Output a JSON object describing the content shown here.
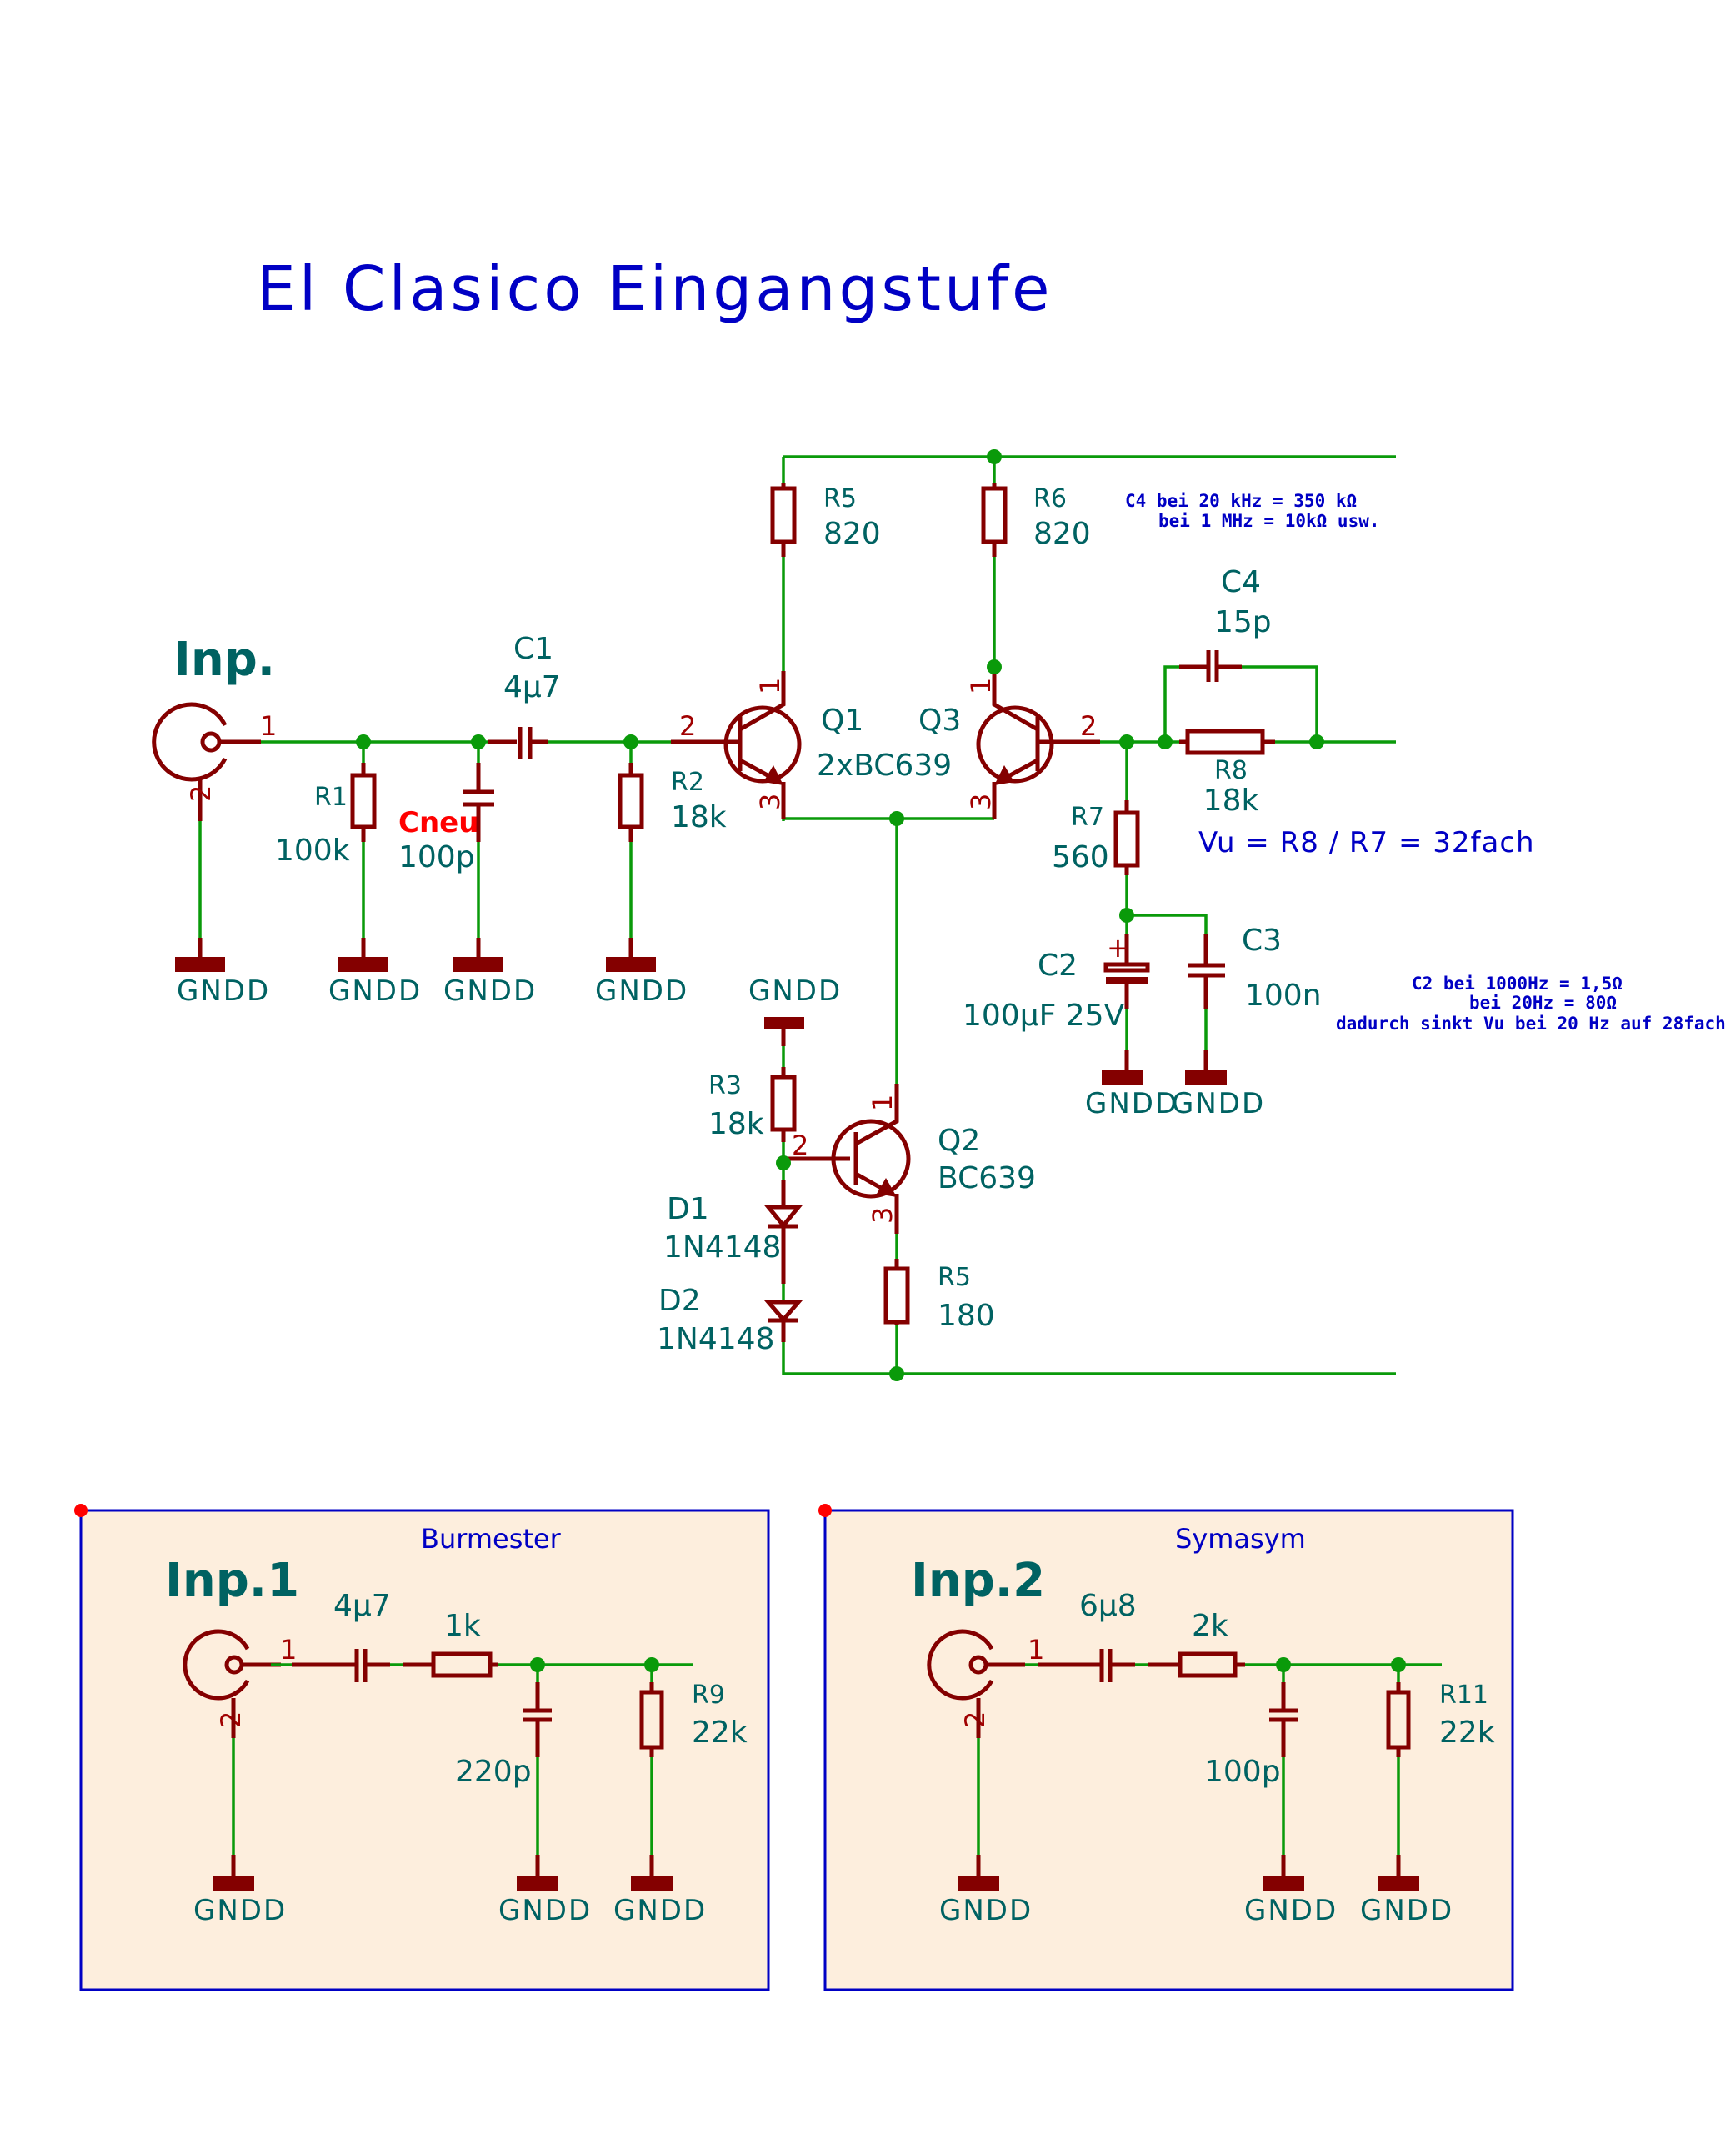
{
  "title": "El Clasico Eingangstufe",
  "main_circuit": {
    "connector": {
      "label": "Inp.",
      "pin1": "1",
      "pin2": "2",
      "gnd": "GNDD"
    },
    "R1": {
      "ref": "R1",
      "value": "100k",
      "gnd": "GNDD"
    },
    "Cneu": {
      "ref": "Cneu",
      "value": "100p",
      "gnd": "GNDD"
    },
    "C1": {
      "ref": "C1",
      "value": "4µ7"
    },
    "R2": {
      "ref": "R2",
      "value": "18k",
      "gnd": "GNDD"
    },
    "R5_top": {
      "ref": "R5",
      "value": "820"
    },
    "R6": {
      "ref": "R6",
      "value": "820"
    },
    "Q1": {
      "ref": "Q1",
      "value": "2xBC639",
      "pin_c": "1",
      "pin_b": "2",
      "pin_e": "3"
    },
    "Q3": {
      "ref": "Q3",
      "pin_c": "1",
      "pin_b": "2",
      "pin_e": "3"
    },
    "C4": {
      "ref": "C4",
      "value": "15p"
    },
    "R8": {
      "ref": "R8",
      "value": "18k"
    },
    "R7": {
      "ref": "R7",
      "value": "560"
    },
    "C2": {
      "ref": "C2",
      "value": "100µF 25V",
      "polarity": "+",
      "gnd": "GNDD"
    },
    "C3": {
      "ref": "C3",
      "value": "100n",
      "gnd": "GNDD"
    },
    "R3": {
      "ref": "R3",
      "value": "18k",
      "gnd": "GNDD"
    },
    "Q2": {
      "ref": "Q2",
      "value": "BC639",
      "pin_c": "1",
      "pin_b": "2",
      "pin_e": "3"
    },
    "D1": {
      "ref": "D1",
      "value": "1N4148"
    },
    "D2": {
      "ref": "D2",
      "value": "1N4148"
    },
    "R5_bottom": {
      "ref": "R5",
      "value": "180"
    }
  },
  "notes": {
    "c4_line1": "C4 bei 20 kHz = 350 kΩ",
    "c4_line2": "bei  1 MHz = 10kΩ usw.",
    "gain": "Vu = R8 / R7 = 32fach",
    "c2_line1": "C2 bei 1000Hz = 1,5Ω",
    "c2_line2": "bei 20Hz = 80Ω",
    "c2_line3": "dadurch sinkt Vu bei 20 Hz auf 28fach"
  },
  "sheets": [
    {
      "name": "Burmester",
      "connector": {
        "label": "Inp.1",
        "pin1": "1",
        "pin2": "2",
        "gnd": "GNDD"
      },
      "cap_series": "4µ7",
      "res_series": "1k",
      "cap_shunt": "220p",
      "res_shunt_ref": "R9",
      "res_shunt_value": "22k",
      "gnd": "GNDD"
    },
    {
      "name": "Symasym",
      "connector": {
        "label": "Inp.2",
        "pin1": "1",
        "pin2": "2",
        "gnd": "GNDD"
      },
      "cap_series": "6µ8",
      "res_series": "2k",
      "cap_shunt": "100p",
      "res_shunt_ref": "R11",
      "res_shunt_value": "22k",
      "gnd": "GNDD"
    }
  ]
}
